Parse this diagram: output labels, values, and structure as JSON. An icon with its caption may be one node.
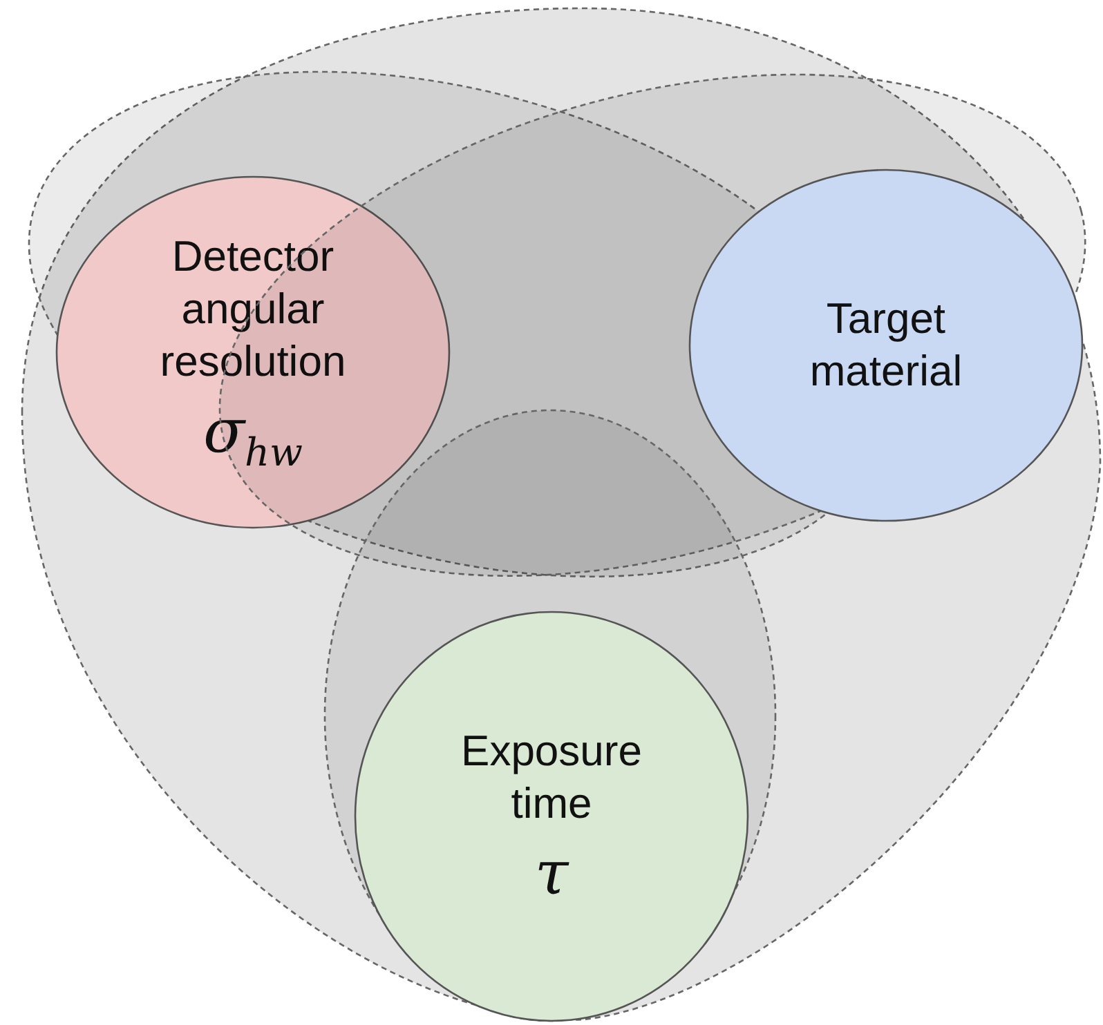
{
  "diagram": {
    "nodes": [
      {
        "text": [],
        "shape": "oval"
      },
      {
        "text": [],
        "shape": "ellipse",
        "in": 0
      },
      {
        "text": [],
        "shape": "ellipse",
        "in": 0
      },
      {
        "text": [],
        "shape": "ellipse",
        "in": 0
      },
      {
        "text": [
          "Detector angular resolution",
          "σ$_{hw}$"
        ],
        "in": 1
      },
      {
        "text": [
          "Target material"
        ],
        "in": 2
      },
      {
        "text": [
          "Exposure time",
          "τ"
        ],
        "in": 3
      }
    ],
    "edges": []
  }
}
